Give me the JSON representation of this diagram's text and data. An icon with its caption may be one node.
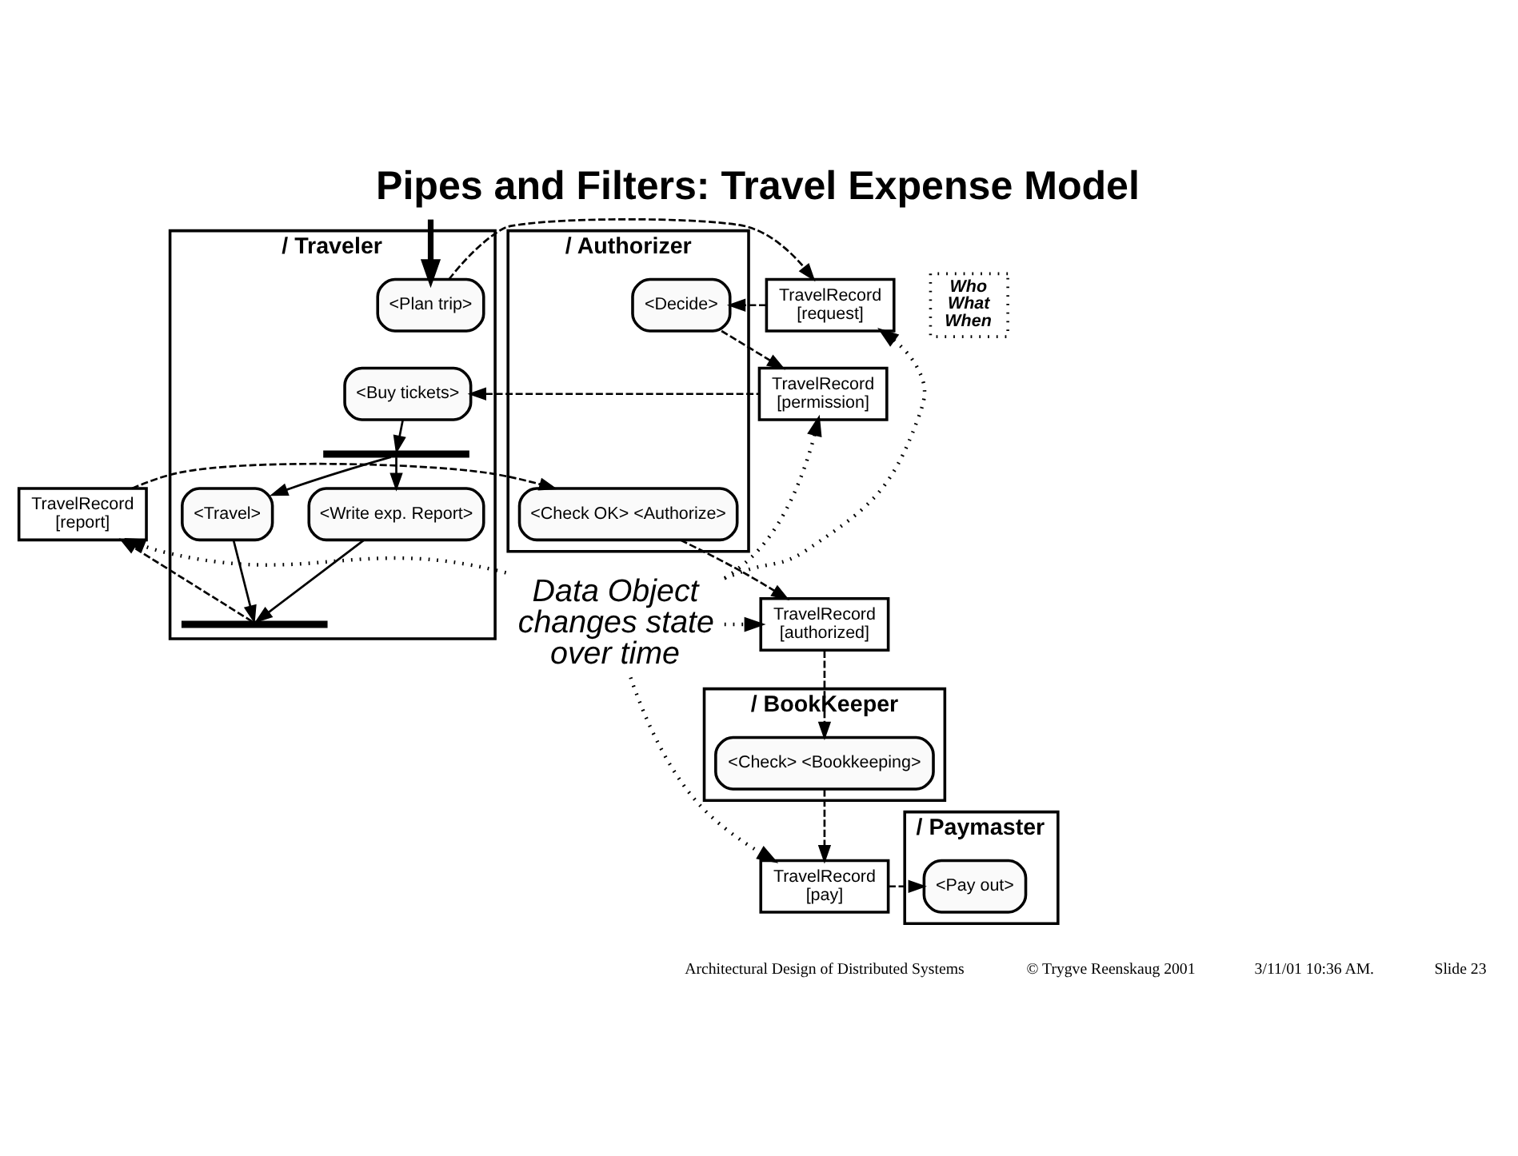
{
  "diagram": {
    "title": "Pipes and Filters: Travel Expense Model",
    "nodes": [
      {
        "text": [
          "/ Traveler"
        ]
      },
      {
        "text": [
          "/ Authorizer"
        ]
      },
      {
        "text": [
          "/ BookKeeper"
        ]
      },
      {
        "text": [
          "/ Paymaster"
        ]
      },
      {
        "text": [
          "<Plan trip>"
        ],
        "in": 0
      },
      {
        "text": [
          "TravelRecord",
          "[request]"
        ]
      },
      {
        "text": [
          "<Decide>"
        ],
        "in": 1
      },
      {
        "text": [
          "TravelRecord",
          "[permission]"
        ]
      },
      {
        "text": [
          "<Buy tickets>"
        ],
        "in": 0
      },
      {
        "text": [],
        "shape": "bar",
        "in": 0
      },
      {
        "text": [
          "<Travel>"
        ],
        "in": 0
      },
      {
        "text": [
          "<Write exp. Report>"
        ],
        "in": 0
      },
      {
        "text": [],
        "shape": "bar",
        "in": 0
      },
      {
        "text": [
          "TravelRecord",
          "[report]"
        ]
      },
      {
        "text": [
          "<Check OK> <Authorize>"
        ],
        "in": 1
      },
      {
        "text": [
          "TravelRecord",
          "[authorized]"
        ]
      },
      {
        "text": [
          "<Check> <Bookkeeping>"
        ],
        "in": 2
      },
      {
        "text": [
          "TravelRecord",
          "[pay]"
        ]
      },
      {
        "text": [
          "<Pay out>"
        ],
        "in": 3
      },
      {
        "text": [
          "Data Object changes state over time"
        ]
      },
      {
        "text": [
          "Who",
          "What",
          "When"
        ]
      }
    ],
    "edges": [
      {
        "from": null,
        "to": 4,
        "arrow": "to",
        "style": "thick"
      },
      {
        "from": 4,
        "to": 5,
        "arrow": "to",
        "style": "dashed"
      },
      {
        "from": 5,
        "to": 6,
        "arrow": "to",
        "style": "dashed"
      },
      {
        "from": 6,
        "to": 7,
        "arrow": "to",
        "style": "dashed"
      },
      {
        "from": 7,
        "to": 8,
        "arrow": "to",
        "style": "dashed"
      },
      {
        "from": 8,
        "to": 9,
        "arrow": "to"
      },
      {
        "from": 9,
        "to": 11,
        "arrow": "to"
      },
      {
        "from": 9,
        "to": 10,
        "arrow": "to"
      },
      {
        "from": 11,
        "to": 12,
        "arrow": "to"
      },
      {
        "from": 10,
        "to": 12,
        "arrow": "to"
      },
      {
        "from": 12,
        "to": 13,
        "arrow": "to",
        "style": "dashed"
      },
      {
        "from": 13,
        "to": 14,
        "arrow": "to",
        "style": "dashed"
      },
      {
        "from": 14,
        "to": 15,
        "arrow": "to",
        "style": "dashed"
      },
      {
        "from": 15,
        "to": 16,
        "arrow": "to",
        "style": "dashed"
      },
      {
        "from": 16,
        "to": 17,
        "arrow": "to",
        "style": "dashed"
      },
      {
        "from": 17,
        "to": 18,
        "arrow": "to",
        "style": "dashed"
      },
      {
        "from": 19,
        "to": 5,
        "arrow": "to",
        "style": "dashed"
      },
      {
        "from": 19,
        "to": 7,
        "arrow": "to",
        "style": "dashed"
      },
      {
        "from": 19,
        "to": 13,
        "arrow": "to",
        "style": "dashed"
      },
      {
        "from": 19,
        "to": 15,
        "arrow": "to",
        "style": "dashed"
      },
      {
        "from": 19,
        "to": 17,
        "arrow": "to",
        "style": "dashed"
      }
    ],
    "labels": [
      "Architectural Design of Distributed Systems",
      "© Trygve Reenskaug 2001",
      "3/11/01 10:36 AM.",
      "Slide 23"
    ]
  }
}
